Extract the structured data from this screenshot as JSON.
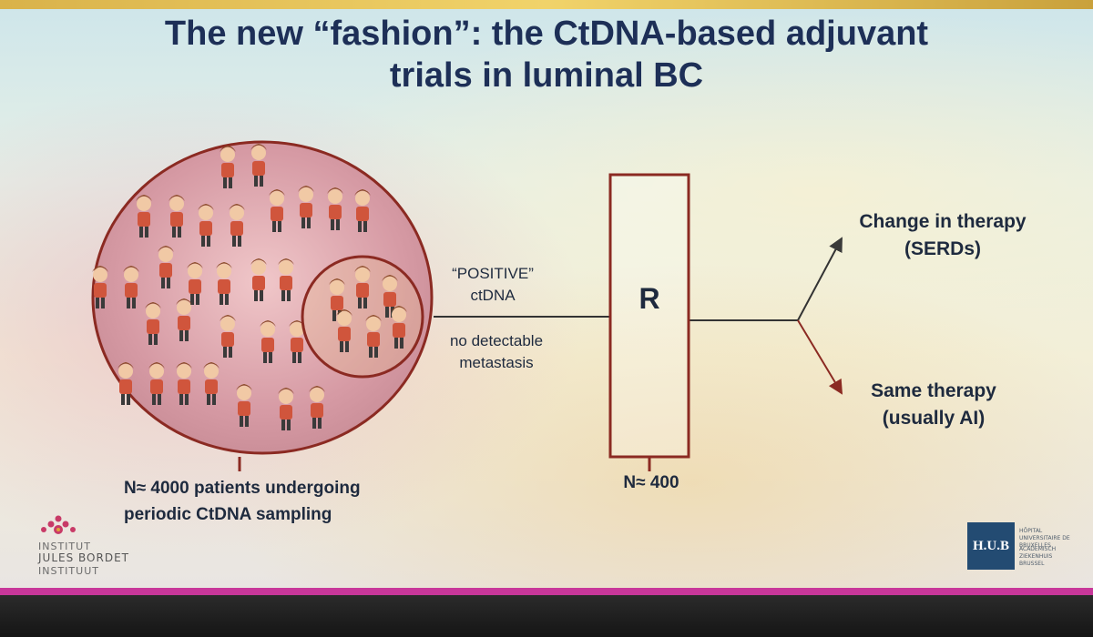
{
  "slide": {
    "title_line1": "The new “fashion”: the CtDNA-based adjuvant",
    "title_line2": "trials in luminal BC"
  },
  "flow": {
    "positive_label": "“POSITIVE”",
    "ctdna_label": "ctDNA",
    "no_detectable_label": "no detectable",
    "metastasis_label": "metastasis",
    "randomization_label": "R",
    "n_randomized": "N≈ 400",
    "cohort_line1": "N≈ 4000 patients undergoing",
    "cohort_line2": "periodic CtDNA sampling"
  },
  "arms": [
    {
      "line1": "Change in therapy",
      "line2": "(SERDs)"
    },
    {
      "line1": "Same therapy",
      "line2": "(usually AI)"
    }
  ],
  "logos": {
    "left_line1": "INSTITUT",
    "left_line2": "JULES BORDET",
    "left_line3": "INSTITUUT",
    "right_mark": "H.U.B",
    "right_line1": "HÔPITAL UNIVERSITAIRE DE BRUXELLES",
    "right_line2": "ACADEMISCH ZIEKENHUIS BRUSSEL"
  },
  "colors": {
    "title": "#1d2f57",
    "frame": "#8b2a22",
    "arrow": "#3a3a3a",
    "accent_band": "#c8379a"
  },
  "icons": [
    "people-crowd-icon",
    "subgroup-people-icon",
    "ijb-logo-icon",
    "hub-logo-icon"
  ]
}
